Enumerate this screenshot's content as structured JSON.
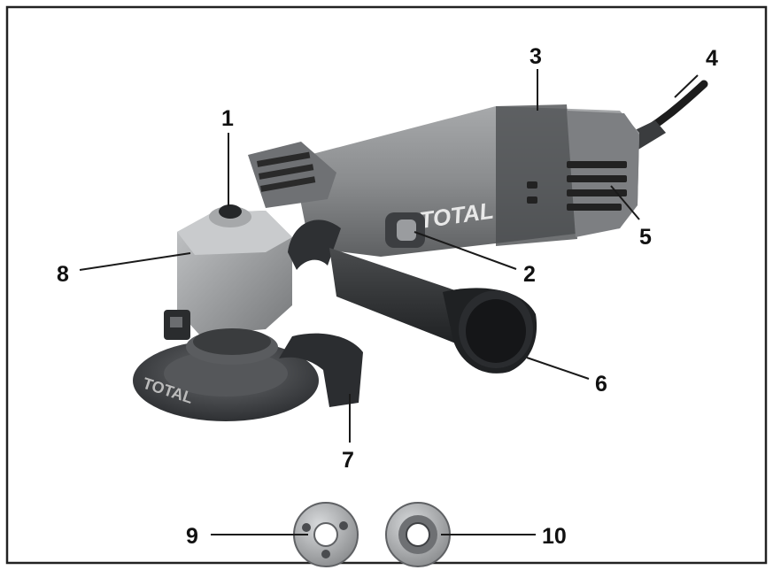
{
  "brand": {
    "logo_text": "TOTAL"
  },
  "callouts": [
    {
      "id": "1",
      "label": "1"
    },
    {
      "id": "2",
      "label": "2"
    },
    {
      "id": "3",
      "label": "3"
    },
    {
      "id": "4",
      "label": "4"
    },
    {
      "id": "5",
      "label": "5"
    },
    {
      "id": "6",
      "label": "6"
    },
    {
      "id": "7",
      "label": "7"
    },
    {
      "id": "8",
      "label": "8"
    },
    {
      "id": "9",
      "label": "9"
    },
    {
      "id": "10",
      "label": "10"
    }
  ],
  "colors": {
    "border": "#222222",
    "body_gray": "#8d8f91",
    "body_light": "#b3b5b7",
    "dark_rubber": "#2f3133",
    "disc": "#4a4c4f",
    "flange": "#a9abad"
  },
  "icons": [
    "angle-grinder-illustration",
    "outer-flange-illustration",
    "inner-flange-illustration"
  ]
}
